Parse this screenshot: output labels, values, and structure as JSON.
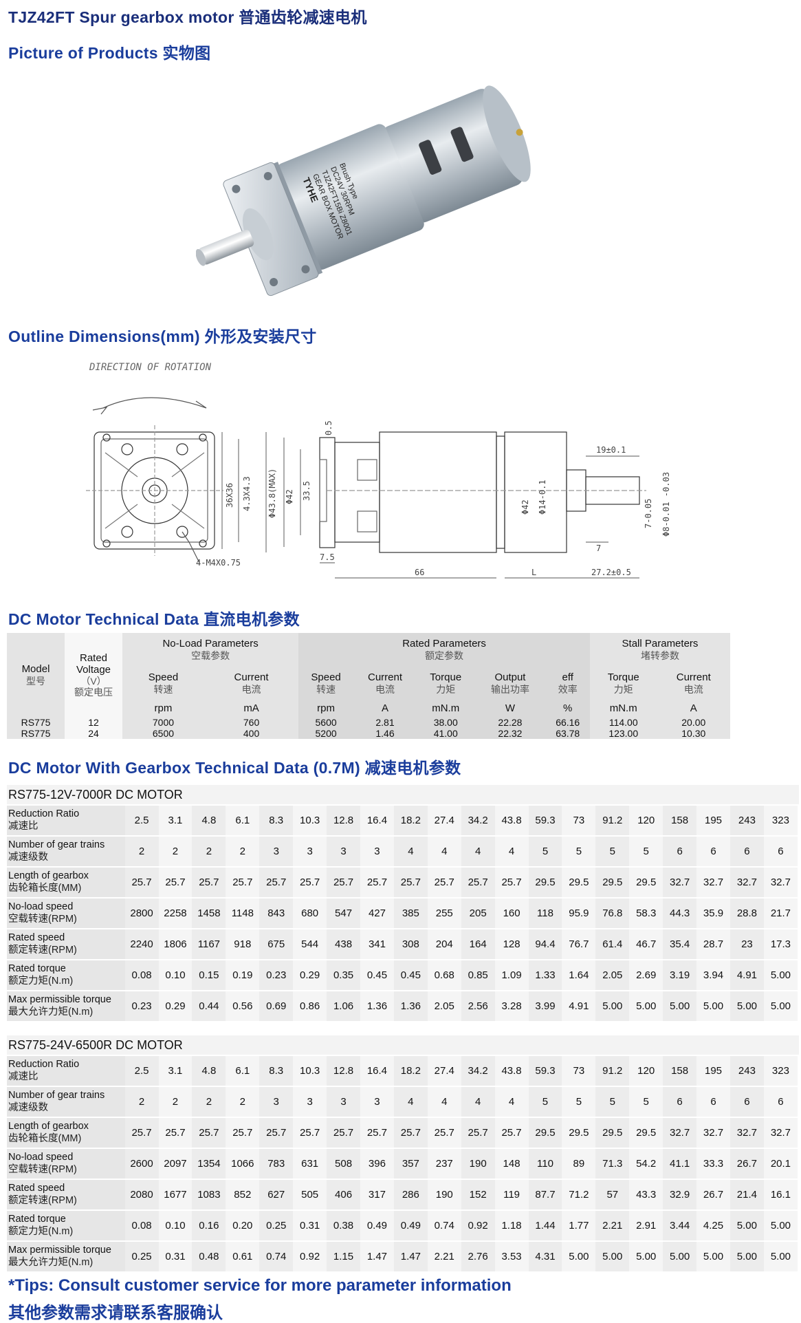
{
  "headings": {
    "main": "TJZ42FT Spur gearbox motor 普通齿轮减速电机",
    "pictures": "Picture of Products 实物图",
    "outline": "Outline Dimensions(mm) 外形及安装尺寸",
    "dc_motor": "DC Motor Technical Data 直流电机参数",
    "gearbox": "DC Motor With Gearbox Technical Data (0.7M) 减速电机参数"
  },
  "photo": {
    "label_lines": [
      "TYHE",
      "GEAR BOX MOTOR",
      "TJZ42FT15Bi Z8001",
      "DC24V 30RPM",
      "Brush Type"
    ]
  },
  "drawing": {
    "direction": "DIRECTION OF ROTATION",
    "dims": {
      "d1": "36X36",
      "d2": "4.3X4.3",
      "d3": "Φ43.8(MAX)",
      "d4": "Φ42",
      "d5": "33.5",
      "d6": "0.5",
      "d7": "7.5",
      "d8": "66",
      "d9": "L",
      "d10": "27.2±0.5",
      "d11": "19±0.1",
      "d12": "7",
      "d13": "Φ42",
      "d14": "Φ14-0.1",
      "d15": "7-0.05",
      "d16": "Φ8-0.01 -0.03",
      "d17": "4-M4X0.75"
    }
  },
  "dc_table": {
    "model": "Model",
    "model_cn": "型号",
    "rated_voltage": "Rated",
    "rated_voltage2": "Voltage",
    "rated_voltage_unit": "（V）",
    "rated_voltage_cn": "额定电压",
    "noload": "No-Load Parameters",
    "noload_cn": "空载参数",
    "rated": "Rated Parameters",
    "rated_cn": "额定参数",
    "stall": "Stall Parameters",
    "stall_cn": "堵转参数",
    "cols": [
      {
        "en": "Speed",
        "cn": "转速",
        "unit": "rpm"
      },
      {
        "en": "Current",
        "cn": "电流",
        "unit": "mA"
      },
      {
        "en": "Speed",
        "cn": "转速",
        "unit": "rpm"
      },
      {
        "en": "Current",
        "cn": "电流",
        "unit": "A"
      },
      {
        "en": "Torque",
        "cn": "力矩",
        "unit": "mN.m"
      },
      {
        "en": "Output",
        "cn": "输出功率",
        "unit": "W"
      },
      {
        "en": "eff",
        "cn": "效率",
        "unit": "%"
      },
      {
        "en": "Torque",
        "cn": "力矩",
        "unit": "mN.m"
      },
      {
        "en": "Current",
        "cn": "电流",
        "unit": "A"
      }
    ],
    "rows": [
      [
        "RS775",
        "12",
        "7000",
        "760",
        "5600",
        "2.81",
        "38.00",
        "22.28",
        "66.16",
        "114.00",
        "20.00"
      ],
      [
        "RS775",
        "24",
        "6500",
        "400",
        "5200",
        "1.46",
        "41.00",
        "22.32",
        "63.78",
        "123.00",
        "10.30"
      ]
    ]
  },
  "gear_tables": [
    {
      "title": "RS775-12V-7000R DC MOTOR",
      "rows": [
        {
          "en": "Reduction Ratio",
          "cn": "减速比",
          "values": [
            "2.5",
            "3.1",
            "4.8",
            "6.1",
            "8.3",
            "10.3",
            "12.8",
            "16.4",
            "18.2",
            "27.4",
            "34.2",
            "43.8",
            "59.3",
            "73",
            "91.2",
            "120",
            "158",
            "195",
            "243",
            "323"
          ]
        },
        {
          "en": "Number of gear trains",
          "cn": "减速级数",
          "values": [
            "2",
            "2",
            "2",
            "2",
            "3",
            "3",
            "3",
            "3",
            "4",
            "4",
            "4",
            "4",
            "5",
            "5",
            "5",
            "5",
            "6",
            "6",
            "6",
            "6"
          ]
        },
        {
          "en": "Length of gearbox",
          "cn": "齿轮箱长度(MM)",
          "values": [
            "25.7",
            "25.7",
            "25.7",
            "25.7",
            "25.7",
            "25.7",
            "25.7",
            "25.7",
            "25.7",
            "25.7",
            "25.7",
            "25.7",
            "29.5",
            "29.5",
            "29.5",
            "29.5",
            "32.7",
            "32.7",
            "32.7",
            "32.7"
          ]
        },
        {
          "en": "No-load speed",
          "cn": "空载转速(RPM)",
          "values": [
            "2800",
            "2258",
            "1458",
            "1148",
            "843",
            "680",
            "547",
            "427",
            "385",
            "255",
            "205",
            "160",
            "118",
            "95.9",
            "76.8",
            "58.3",
            "44.3",
            "35.9",
            "28.8",
            "21.7"
          ]
        },
        {
          "en": "Rated speed",
          "cn": "额定转速(RPM)",
          "values": [
            "2240",
            "1806",
            "1167",
            "918",
            "675",
            "544",
            "438",
            "341",
            "308",
            "204",
            "164",
            "128",
            "94.4",
            "76.7",
            "61.4",
            "46.7",
            "35.4",
            "28.7",
            "23",
            "17.3"
          ]
        },
        {
          "en": "Rated torque",
          "cn": "额定力矩(N.m)",
          "values": [
            "0.08",
            "0.10",
            "0.15",
            "0.19",
            "0.23",
            "0.29",
            "0.35",
            "0.45",
            "0.45",
            "0.68",
            "0.85",
            "1.09",
            "1.33",
            "1.64",
            "2.05",
            "2.69",
            "3.19",
            "3.94",
            "4.91",
            "5.00"
          ]
        },
        {
          "en": "Max permissible torque",
          "cn": "最大允许力矩(N.m)",
          "values": [
            "0.23",
            "0.29",
            "0.44",
            "0.56",
            "0.69",
            "0.86",
            "1.06",
            "1.36",
            "1.36",
            "2.05",
            "2.56",
            "3.28",
            "3.99",
            "4.91",
            "5.00",
            "5.00",
            "5.00",
            "5.00",
            "5.00",
            "5.00"
          ]
        }
      ]
    },
    {
      "title": "RS775-24V-6500R DC MOTOR",
      "rows": [
        {
          "en": "Reduction Ratio",
          "cn": "减速比",
          "values": [
            "2.5",
            "3.1",
            "4.8",
            "6.1",
            "8.3",
            "10.3",
            "12.8",
            "16.4",
            "18.2",
            "27.4",
            "34.2",
            "43.8",
            "59.3",
            "73",
            "91.2",
            "120",
            "158",
            "195",
            "243",
            "323"
          ]
        },
        {
          "en": "Number of gear trains",
          "cn": "减速级数",
          "values": [
            "2",
            "2",
            "2",
            "2",
            "3",
            "3",
            "3",
            "3",
            "4",
            "4",
            "4",
            "4",
            "5",
            "5",
            "5",
            "5",
            "6",
            "6",
            "6",
            "6"
          ]
        },
        {
          "en": "Length of gearbox",
          "cn": "齿轮箱长度(MM)",
          "values": [
            "25.7",
            "25.7",
            "25.7",
            "25.7",
            "25.7",
            "25.7",
            "25.7",
            "25.7",
            "25.7",
            "25.7",
            "25.7",
            "25.7",
            "29.5",
            "29.5",
            "29.5",
            "29.5",
            "32.7",
            "32.7",
            "32.7",
            "32.7"
          ]
        },
        {
          "en": "No-load speed",
          "cn": "空载转速(RPM)",
          "values": [
            "2600",
            "2097",
            "1354",
            "1066",
            "783",
            "631",
            "508",
            "396",
            "357",
            "237",
            "190",
            "148",
            "110",
            "89",
            "71.3",
            "54.2",
            "41.1",
            "33.3",
            "26.7",
            "20.1"
          ]
        },
        {
          "en": "Rated speed",
          "cn": "额定转速(RPM)",
          "values": [
            "2080",
            "1677",
            "1083",
            "852",
            "627",
            "505",
            "406",
            "317",
            "286",
            "190",
            "152",
            "119",
            "87.7",
            "71.2",
            "57",
            "43.3",
            "32.9",
            "26.7",
            "21.4",
            "16.1"
          ]
        },
        {
          "en": "Rated torque",
          "cn": "额定力矩(N.m)",
          "values": [
            "0.08",
            "0.10",
            "0.16",
            "0.20",
            "0.25",
            "0.31",
            "0.38",
            "0.49",
            "0.49",
            "0.74",
            "0.92",
            "1.18",
            "1.44",
            "1.77",
            "2.21",
            "2.91",
            "3.44",
            "4.25",
            "5.00",
            "5.00"
          ]
        },
        {
          "en": "Max permissible torque",
          "cn": "最大允许力矩(N.m)",
          "values": [
            "0.25",
            "0.31",
            "0.48",
            "0.61",
            "0.74",
            "0.92",
            "1.15",
            "1.47",
            "1.47",
            "2.21",
            "2.76",
            "3.53",
            "4.31",
            "5.00",
            "5.00",
            "5.00",
            "5.00",
            "5.00",
            "5.00",
            "5.00"
          ]
        }
      ]
    }
  ],
  "tips": {
    "en": "*Tips: Consult customer service for more parameter information",
    "cn": "其他参数需求请联系客服确认"
  }
}
